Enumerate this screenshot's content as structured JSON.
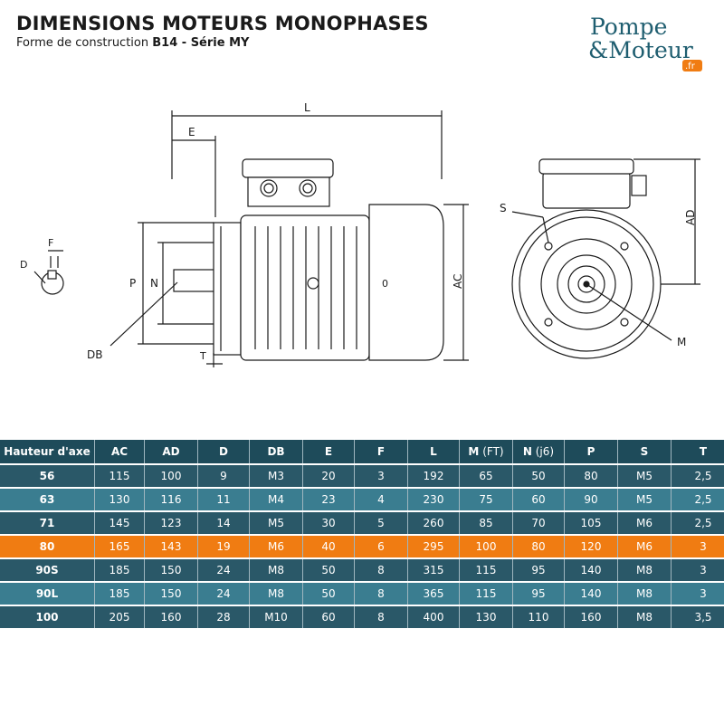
{
  "header": {
    "title": "DIMENSIONS MOTEURS MONOPHASES",
    "subtitle_prefix": "Forme de construction ",
    "subtitle_bold": "B14 - Série MY"
  },
  "logo": {
    "line1": "Pompe",
    "line2": "&Moteur",
    "tld": ".fr",
    "colors": {
      "text": "#1f5e70",
      "badge": "#f07c12"
    }
  },
  "diagram_labels": {
    "L": "L",
    "E": "E",
    "F": "F",
    "D": "D",
    "P": "P",
    "N": "N",
    "DB": "DB",
    "T": "T",
    "AC": "AC",
    "AD": "AD",
    "S": "S",
    "M": "M",
    "zero": "0"
  },
  "table": {
    "headers": [
      {
        "label": "Hauteur d'axe",
        "sub": ""
      },
      {
        "label": "AC",
        "sub": ""
      },
      {
        "label": "AD",
        "sub": ""
      },
      {
        "label": "D",
        "sub": ""
      },
      {
        "label": "DB",
        "sub": ""
      },
      {
        "label": "E",
        "sub": ""
      },
      {
        "label": "F",
        "sub": ""
      },
      {
        "label": "L",
        "sub": ""
      },
      {
        "label": "M",
        "sub": " (FT)"
      },
      {
        "label": "N",
        "sub": " (j6)"
      },
      {
        "label": "P",
        "sub": ""
      },
      {
        "label": "S",
        "sub": ""
      },
      {
        "label": "T",
        "sub": ""
      }
    ],
    "rows": [
      {
        "style": "dark",
        "cells": [
          "56",
          "115",
          "100",
          "9",
          "M3",
          "20",
          "3",
          "192",
          "65",
          "50",
          "80",
          "M5",
          "2,5"
        ]
      },
      {
        "style": "mid",
        "cells": [
          "63",
          "130",
          "116",
          "11",
          "M4",
          "23",
          "4",
          "230",
          "75",
          "60",
          "90",
          "M5",
          "2,5"
        ]
      },
      {
        "style": "dark",
        "cells": [
          "71",
          "145",
          "123",
          "14",
          "M5",
          "30",
          "5",
          "260",
          "85",
          "70",
          "105",
          "M6",
          "2,5"
        ]
      },
      {
        "style": "hl",
        "cells": [
          "80",
          "165",
          "143",
          "19",
          "M6",
          "40",
          "6",
          "295",
          "100",
          "80",
          "120",
          "M6",
          "3"
        ]
      },
      {
        "style": "dark",
        "cells": [
          "90S",
          "185",
          "150",
          "24",
          "M8",
          "50",
          "8",
          "315",
          "115",
          "95",
          "140",
          "M8",
          "3"
        ]
      },
      {
        "style": "mid",
        "cells": [
          "90L",
          "185",
          "150",
          "24",
          "M8",
          "50",
          "8",
          "365",
          "115",
          "95",
          "140",
          "M8",
          "3"
        ]
      },
      {
        "style": "dark",
        "cells": [
          "100",
          "205",
          "160",
          "28",
          "M10",
          "60",
          "8",
          "400",
          "130",
          "110",
          "160",
          "M8",
          "3,5"
        ]
      }
    ]
  },
  "colors": {
    "header_bg": "#1e4b5a",
    "row_dark": "#2a5868",
    "row_mid": "#3a7d90",
    "row_highlight": "#f07c12"
  }
}
